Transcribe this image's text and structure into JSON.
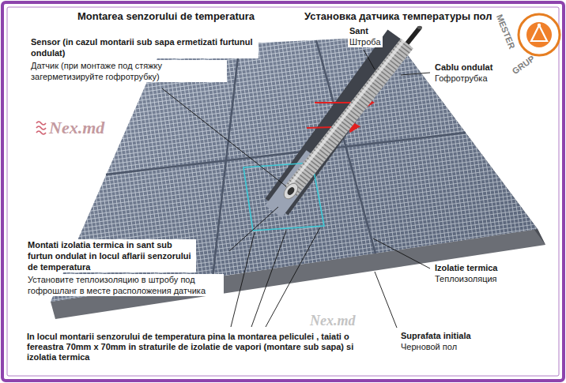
{
  "diagram": {
    "title": "Montarea senzorului de temperatura",
    "labels": [
      "Установка датчика температуры пол",
      "MESTER",
      "GRUP",
      "Sensor (in cazul montarii sub sapa ermetizati furtunul ondulat)",
      "Датчик (при монтаже под стяжку загерметизируйте гофротрубку)",
      "Sant",
      "Штроба",
      "Cablu ondulat",
      "Гофротрубка",
      "Nex.md",
      "Montati izolatia termica in sant sub furtun ondulat in locul aflarii senzorului de temperatura",
      "Установите теплоизоляцию в штробу под гофрошланг в месте расположения датчика",
      "Izolatie termica",
      "Теплоизоляция",
      "Suprafata initiala",
      "Черновой пол",
      "In locul montarii senzorului de temperatura pina la montarea peliculei , taiati o fereastra 70mm x 70mm in straturile de izolatie de vapori (montare sub sapa) si izolatia termica",
      "Nex.md"
    ]
  }
}
